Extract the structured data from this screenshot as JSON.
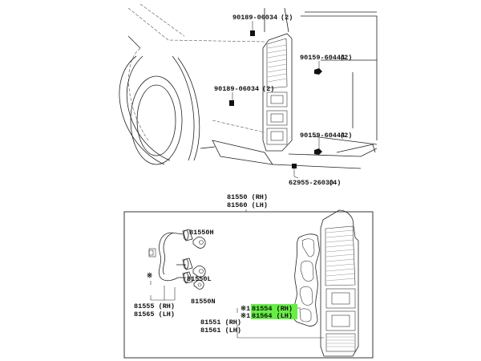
{
  "highlight_color": "#66ee44",
  "top_callouts": [
    {
      "part": "90189-06034",
      "qty": "(2)"
    },
    {
      "part": "90159-60444",
      "qty": "(2)"
    },
    {
      "part": "90189-06034",
      "qty": "(2)"
    },
    {
      "part": "90159-60444",
      "qty": "(2)"
    },
    {
      "part": "62955-26030",
      "qty": "(4)"
    }
  ],
  "assembly": {
    "rh": "81550 (RH)",
    "lh": "81560 (LH)"
  },
  "bulbs": {
    "b1": "81550H",
    "b2": "81550L",
    "b3": "81550N"
  },
  "socket": {
    "mark": "※",
    "rh": "81555 (RH)",
    "lh": "81565 (LH)"
  },
  "gasket": {
    "rh": "81554 (RH)",
    "lh": "81564 (LH)",
    "mark": "※1"
  },
  "lens": {
    "rh": "81551 (RH)",
    "lh": "81561 (LH)"
  }
}
